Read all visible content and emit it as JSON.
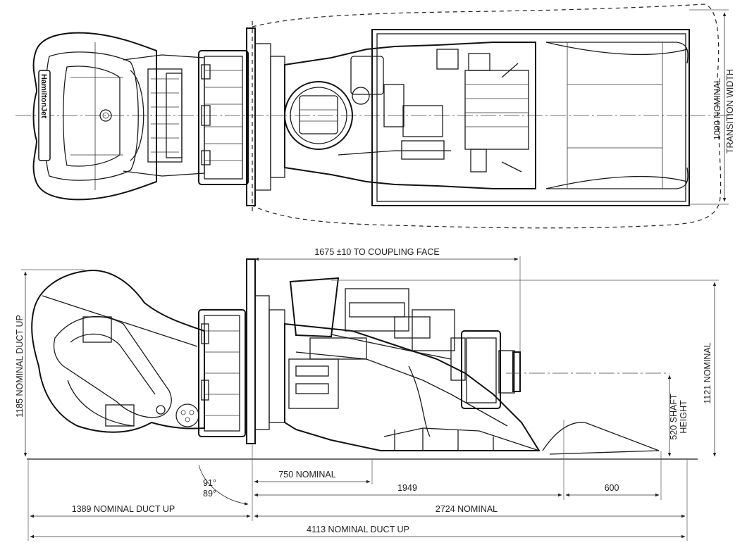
{
  "top_view": {
    "logo": "HamiltonJet",
    "transition_width_value": "1090 NOMINAL",
    "transition_width_label": "TRANSITION WIDTH"
  },
  "side_view": {
    "coupling_face": "1675 ±10 TO COUPLING FACE",
    "duct_height": "1185 NOMINAL DUCT UP",
    "overall_height": "1121 NOMINAL",
    "shaft_height_value": "520 SHAFT",
    "shaft_height_label": "HEIGHT",
    "angle_1": "91°",
    "angle_2": "89°",
    "length_750": "750 NOMINAL",
    "length_1949": "1949",
    "length_600": "600",
    "length_1389": "1389 NOMINAL DUCT UP",
    "length_2724": "2724 NOMINAL",
    "length_4113": "4113 NOMINAL DUCT UP"
  }
}
